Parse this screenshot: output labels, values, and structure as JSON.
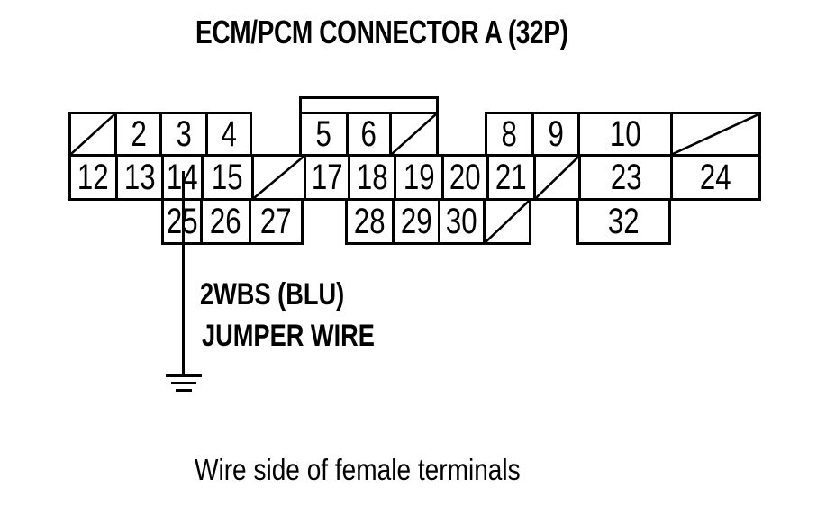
{
  "title": "ECM/PCM CONNECTOR A (32P)",
  "caption": "Wire side of female terminals",
  "jumper": {
    "wire_code": "2WBS (BLU)",
    "wire_type": "JUMPER WIRE"
  },
  "icons": {
    "ground": "earth-ground-symbol"
  },
  "colors": {
    "ink": "#000000",
    "paper": "#ffffff"
  },
  "pins": {
    "row1": {
      "p2": "2",
      "p3": "3",
      "p4": "4",
      "p5": "5",
      "p6": "6",
      "p8": "8",
      "p9": "9",
      "p10": "10"
    },
    "row2": {
      "p12": "12",
      "p13": "13",
      "p14": "14",
      "p15": "15",
      "p17": "17",
      "p18": "18",
      "p19": "19",
      "p20": "20",
      "p21": "21",
      "p23": "23",
      "p24": "24"
    },
    "row3": {
      "p25": "25",
      "p26": "26",
      "p27": "27",
      "p28": "28",
      "p29": "29",
      "p30": "30",
      "p32": "32"
    }
  }
}
